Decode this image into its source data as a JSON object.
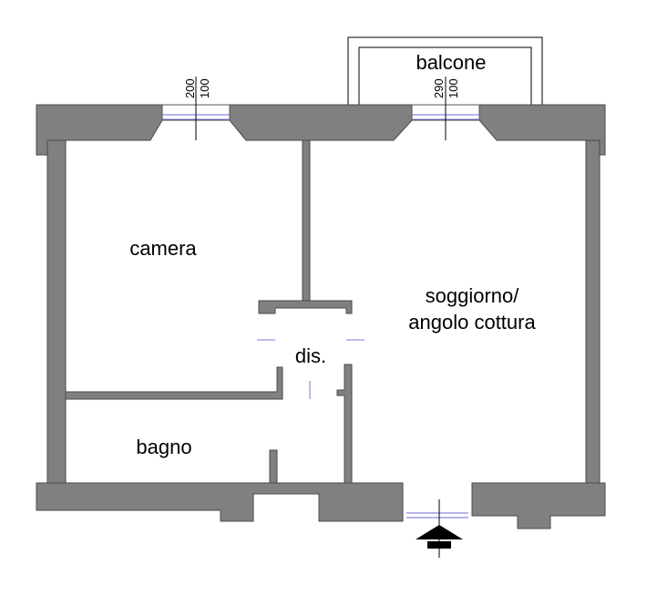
{
  "rooms": {
    "camera": "camera",
    "balcone": "balcone",
    "soggiorno_line1": "soggiorno/",
    "soggiorno_line2": "angolo cottura",
    "dis": "dis.",
    "bagno": "bagno"
  },
  "windows": {
    "camera_height": "200",
    "camera_width": "100",
    "soggiorno_height": "290",
    "soggiorno_width": "100"
  },
  "colors": {
    "wall_fill": "#808080",
    "wall_stroke": "#4a4a4a",
    "glass": "#6b6bd6",
    "background": "#ffffff"
  },
  "icons": {
    "entrance": "entrance-arrow-icon"
  }
}
